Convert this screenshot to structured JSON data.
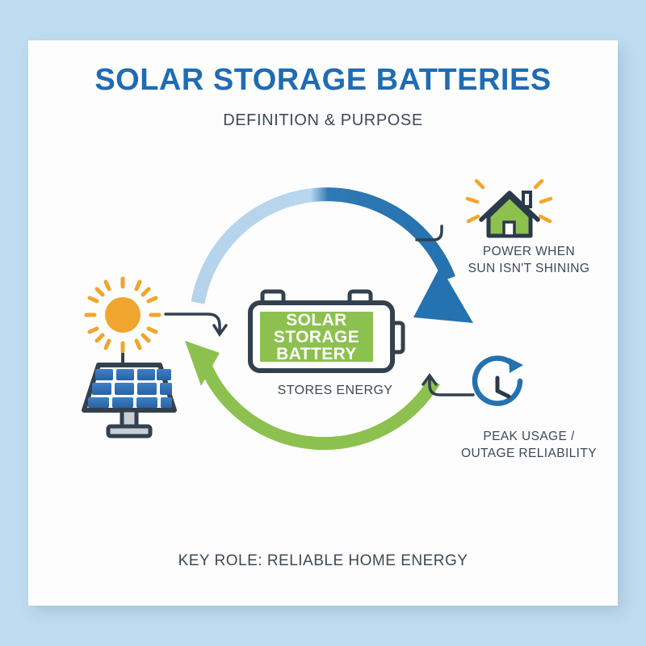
{
  "page": {
    "background_color": "#bedcf0",
    "card_color": "#fdfdfd"
  },
  "header": {
    "title": "SOLAR STORAGE BATTERIES",
    "subtitle": "DEFINITION & PURPOSE",
    "title_color": "#1f6cb4",
    "subtitle_color": "#3d4955"
  },
  "center": {
    "battery_line1": "SOLAR",
    "battery_line2": "STORAGE",
    "battery_line3": "BATTERY",
    "battery_caption": "STORES ENERGY",
    "battery_fill_color": "#8cc04f",
    "battery_outline_color": "#33414f",
    "battery_text_color": "#ffffff"
  },
  "nodes": [
    {
      "id": "solar-panel",
      "icon": "solar-panel-icon",
      "label": "",
      "panel_color": "#2f6fb5",
      "sun_color": "#f0a52e"
    },
    {
      "id": "house",
      "icon": "house-icon",
      "label_line1": "POWER WHEN",
      "label_line2": "SUN ISN'T SHINING",
      "body_color": "#8cc04f",
      "outline_color": "#2b3a4a",
      "ray_color": "#f3a52e"
    },
    {
      "id": "clock",
      "icon": "clock-refresh-icon",
      "label_line1": "PEAK USAGE /",
      "label_line2": "OUTAGE RELIABILITY",
      "ring_color": "#2472b0",
      "hand_color": "#2b3a4a"
    }
  ],
  "arcs": [
    {
      "id": "top-arc",
      "name": "charge-to-home-arc",
      "from_color": "#b5d4ec",
      "to_color": "#2472b0",
      "direction": "clockwise"
    },
    {
      "id": "bottom-arc",
      "name": "return-to-solar-arc",
      "color": "#8cc04f",
      "direction": "counter-clockwise"
    }
  ],
  "footer": {
    "text": "KEY ROLE: RELIABLE HOME ENERGY",
    "color": "#3d4955"
  }
}
